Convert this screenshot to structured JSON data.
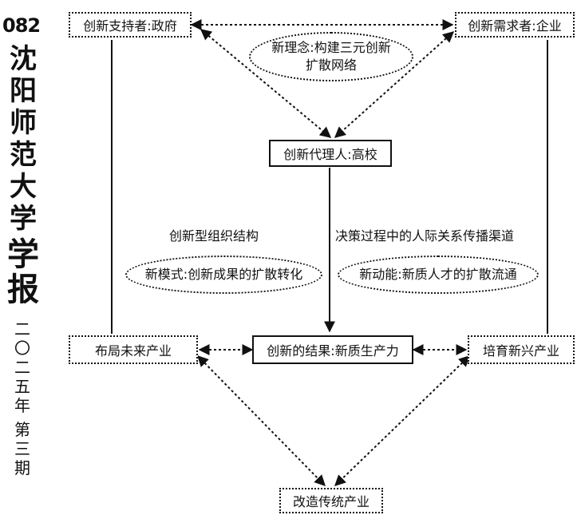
{
  "sidebar": {
    "page_number": "082",
    "journal_chars": [
      "沈",
      "阳",
      "师",
      "范",
      "大",
      "学"
    ],
    "journal_bold_chars": [
      "学",
      "报"
    ],
    "year_chars": [
      "二",
      "〇",
      "二",
      "五",
      "年"
    ],
    "issue_chars": [
      "第",
      "三",
      "期"
    ]
  },
  "diagram": {
    "government": "创新支持者:政府",
    "enterprise": "创新需求者:企业",
    "concept": "新理念:构建三元创新扩散网络",
    "university": "创新代理人:高校",
    "org_structure": "创新型组织结构",
    "channel": "决策过程中的人际关系传播渠道",
    "new_model": "新模式:创新成果的扩散转化",
    "new_momentum": "新动能:新质人才的扩散流通",
    "future_industry": "布局未来产业",
    "result": "创新的结果:新质生产力",
    "emerging_industry": "培育新兴产业",
    "traditional_industry": "改造传统产业"
  }
}
